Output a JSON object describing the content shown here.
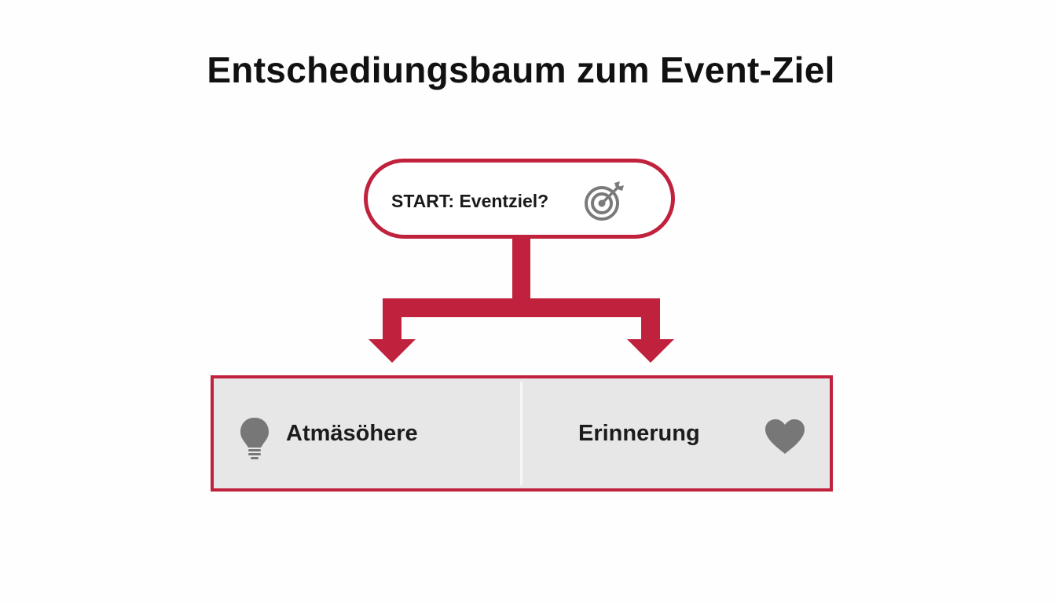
{
  "diagram": {
    "title": "Entschediungsbaum zum Event-Ziel",
    "start_node": {
      "label": "START: Eventziel?",
      "icon": "target-arrow-icon"
    },
    "options": [
      {
        "label": "Atmäsöhere",
        "icon": "lightbulb-icon"
      },
      {
        "label": "Erinnerung",
        "icon": "heart-icon"
      }
    ],
    "colors": {
      "accent": "#c0213d",
      "icon_gray": "#777777",
      "option_background": "#e7e7e7",
      "text": "#111111"
    }
  }
}
